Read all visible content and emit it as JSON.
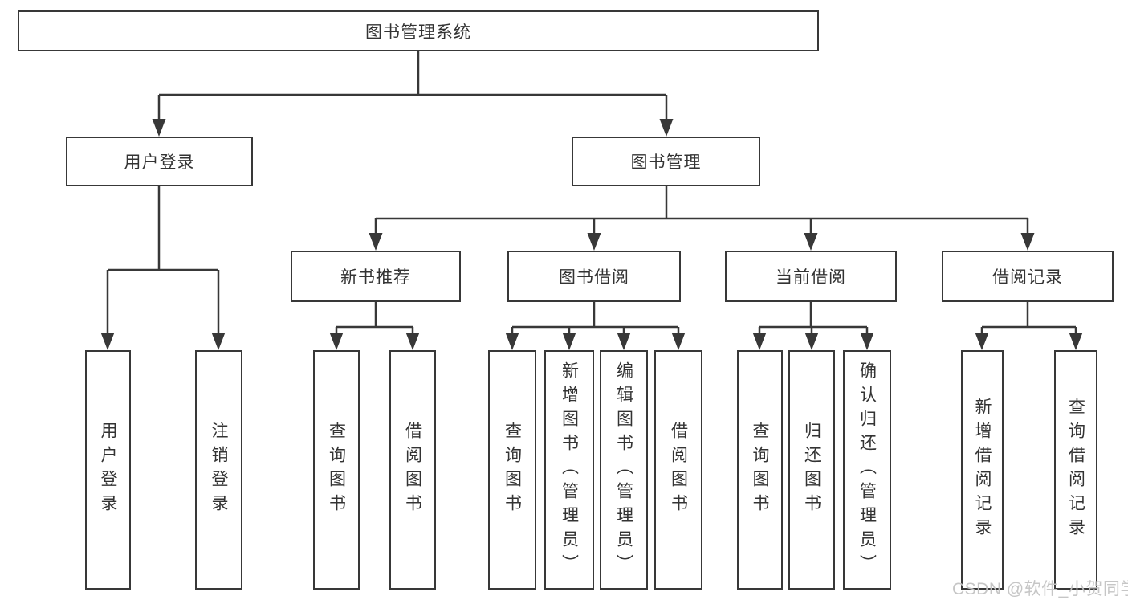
{
  "diagram": {
    "root": "图书管理系统",
    "level2": [
      "用户登录",
      "图书管理"
    ],
    "level3": [
      "新书推荐",
      "图书借阅",
      "当前借阅",
      "借阅记录"
    ],
    "user_login_children": [
      "用户登录",
      "注销登录"
    ],
    "new_book_children": [
      "查询图书",
      "借阅图书"
    ],
    "book_borrow_children": [
      "查询图书",
      "新增图书（管理员）",
      "编辑图书（管理员）",
      "借阅图书"
    ],
    "current_borrow_children": [
      "查询图书",
      "归还图书",
      "确认归还（管理员）"
    ],
    "borrow_record_children": [
      "新增借阅记录",
      "查询借阅记录"
    ],
    "colors": {
      "line": "#383838",
      "box_border": "#383838",
      "text": "#333333",
      "background": "#ffffff",
      "watermark": "#c3c3c3"
    }
  },
  "watermark": {
    "text": "CSDN @软件_小贺同学"
  }
}
